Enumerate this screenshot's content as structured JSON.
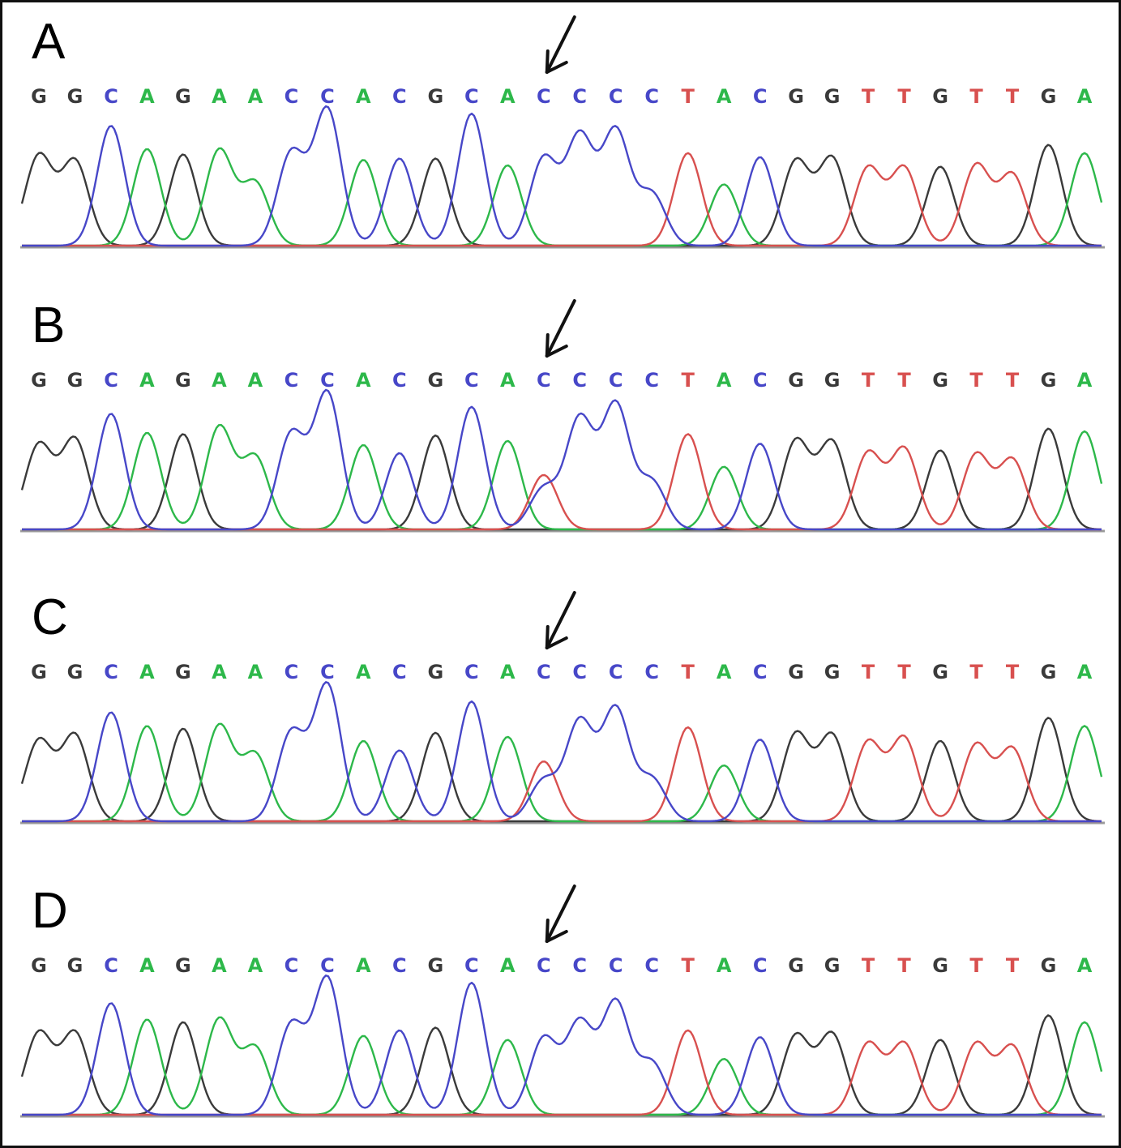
{
  "figure": {
    "colors": {
      "A": "#2db84a",
      "C": "#4747c8",
      "G": "#3a3a3a",
      "T": "#d8504f",
      "baseline": "#9a9a9a",
      "arrow": "#111111"
    },
    "panels": [
      {
        "label": "A",
        "sequence": [
          "G",
          "G",
          "C",
          "A",
          "G",
          "A",
          "A",
          "C",
          "C",
          "A",
          "C",
          "G",
          "C",
          "A",
          "C",
          "C",
          "C",
          "C",
          "T",
          "A",
          "C",
          "G",
          "G",
          "T",
          "T",
          "G",
          "T",
          "T",
          "G",
          "A"
        ],
        "peaks": [
          0.66,
          0.62,
          0.88,
          0.71,
          0.67,
          0.7,
          0.46,
          0.68,
          1.0,
          0.63,
          0.64,
          0.64,
          0.97,
          0.59,
          0.64,
          0.8,
          0.84,
          0.38,
          0.68,
          0.45,
          0.65,
          0.62,
          0.64,
          0.57,
          0.57,
          0.58,
          0.59,
          0.52,
          0.74,
          0.68
        ],
        "arrow_index": 14,
        "overlay": null
      },
      {
        "label": "B",
        "sequence": [
          "G",
          "G",
          "C",
          "A",
          "G",
          "A",
          "A",
          "C",
          "C",
          "A",
          "C",
          "G",
          "C",
          "A",
          "C",
          "C",
          "C",
          "C",
          "T",
          "A",
          "C",
          "G",
          "G",
          "T",
          "T",
          "G",
          "T",
          "T",
          "G",
          "A"
        ],
        "peaks": [
          0.62,
          0.66,
          0.85,
          0.71,
          0.7,
          0.75,
          0.53,
          0.7,
          1.0,
          0.62,
          0.56,
          0.69,
          0.9,
          0.65,
          0.3,
          0.81,
          0.91,
          0.35,
          0.7,
          0.46,
          0.63,
          0.65,
          0.64,
          0.56,
          0.59,
          0.58,
          0.55,
          0.51,
          0.74,
          0.72
        ],
        "arrow_index": 14,
        "overlay": {
          "index": 14,
          "base": "T",
          "value": 0.4
        }
      },
      {
        "label": "C",
        "sequence": [
          "G",
          "G",
          "C",
          "A",
          "G",
          "A",
          "A",
          "C",
          "C",
          "A",
          "C",
          "G",
          "C",
          "A",
          "C",
          "C",
          "C",
          "C",
          "T",
          "A",
          "C",
          "G",
          "G",
          "T",
          "T",
          "G",
          "T",
          "T",
          "G",
          "A"
        ],
        "peaks": [
          0.59,
          0.63,
          0.8,
          0.7,
          0.68,
          0.7,
          0.49,
          0.65,
          1.0,
          0.59,
          0.52,
          0.65,
          0.88,
          0.62,
          0.3,
          0.73,
          0.82,
          0.31,
          0.69,
          0.41,
          0.6,
          0.64,
          0.63,
          0.58,
          0.61,
          0.59,
          0.56,
          0.53,
          0.76,
          0.7
        ],
        "arrow_index": 14,
        "overlay": {
          "index": 14,
          "base": "T",
          "value": 0.44
        }
      },
      {
        "label": "D",
        "sequence": [
          "G",
          "G",
          "C",
          "A",
          "G",
          "A",
          "A",
          "C",
          "C",
          "A",
          "C",
          "G",
          "C",
          "A",
          "C",
          "C",
          "C",
          "C",
          "T",
          "A",
          "C",
          "G",
          "G",
          "T",
          "T",
          "G",
          "T",
          "T",
          "G",
          "A"
        ],
        "peaks": [
          0.6,
          0.6,
          0.82,
          0.7,
          0.68,
          0.7,
          0.49,
          0.66,
          1.0,
          0.58,
          0.62,
          0.64,
          0.97,
          0.55,
          0.56,
          0.67,
          0.82,
          0.38,
          0.62,
          0.41,
          0.57,
          0.58,
          0.59,
          0.52,
          0.52,
          0.55,
          0.52,
          0.5,
          0.73,
          0.68
        ],
        "arrow_index": 14,
        "overlay": null
      }
    ]
  }
}
